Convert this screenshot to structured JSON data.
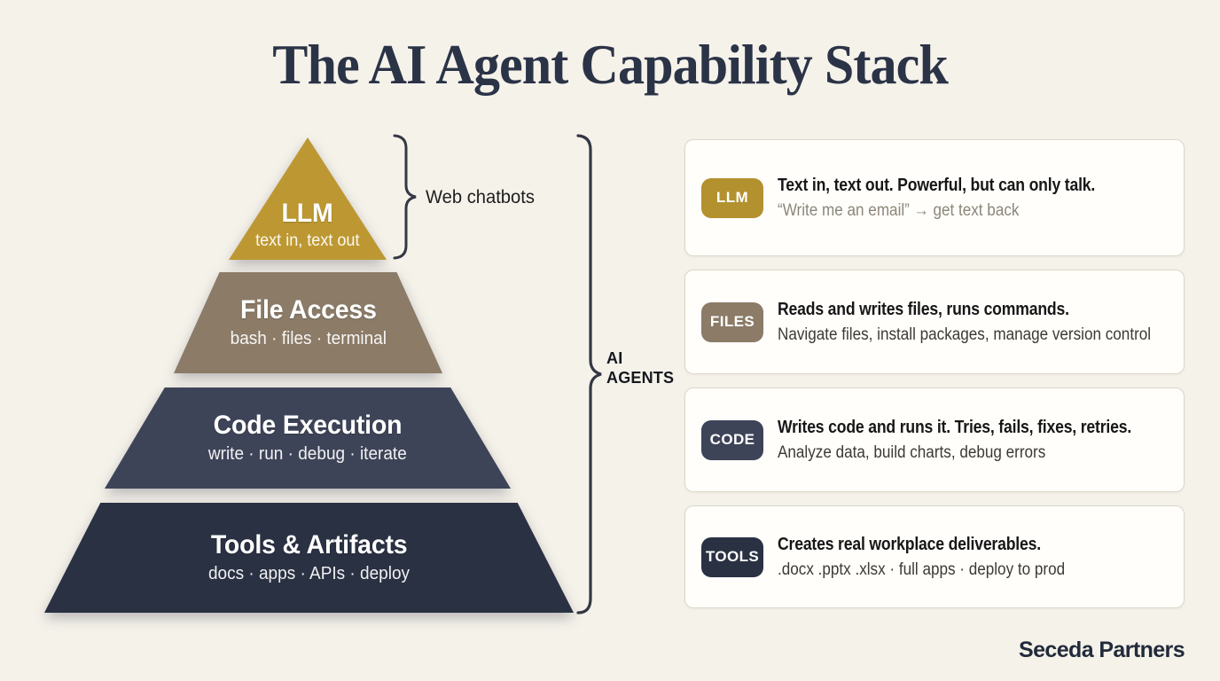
{
  "title": "The AI Agent Capability Stack",
  "brand": "Seceda Partners",
  "colors": {
    "background": "#f5f2ea",
    "title_ink": "#2b3347",
    "brace_ink": "#343843",
    "gold": "#bd9832",
    "taupe": "#8b7b67",
    "slate": "#3e4458",
    "navy": "#2a3143"
  },
  "pyramid": {
    "layers": [
      {
        "title": "LLM",
        "subtitle": "text in, text out",
        "color": "#bd9832"
      },
      {
        "title": "File Access",
        "subtitle": "bash · files · terminal",
        "color": "#8b7b67"
      },
      {
        "title": "Code Execution",
        "subtitle": "write · run · debug · iterate",
        "color": "#3e4458"
      },
      {
        "title": "Tools & Artifacts",
        "subtitle": "docs · apps · APIs · deploy",
        "color": "#2a3143"
      }
    ]
  },
  "annotations": {
    "web_chatbots": "Web chatbots",
    "ai_agents_line1": "AI",
    "ai_agents_line2": "AGENTS"
  },
  "cards": [
    {
      "badge": "LLM",
      "badge_color": "#b3912f",
      "headline": "Text in, text out. Powerful, but can only talk.",
      "sub": "“Write me an email” → get text back",
      "sub_color": "#8c8679"
    },
    {
      "badge": "FILES",
      "badge_color": "#8b7b67",
      "headline": "Reads and writes files, runs commands.",
      "sub": "Navigate files, install packages, manage version control",
      "sub_color": "#3c3a34"
    },
    {
      "badge": "CODE",
      "badge_color": "#3e4458",
      "headline": "Writes code and runs it. Tries, fails, fixes, retries.",
      "sub": "Analyze data, build charts, debug errors",
      "sub_color": "#3c3a34"
    },
    {
      "badge": "TOOLS",
      "badge_color": "#2a3143",
      "headline": "Creates real workplace deliverables.",
      "sub": ".docx .pptx .xlsx · full apps · deploy to prod",
      "sub_color": "#3c3a34"
    }
  ]
}
